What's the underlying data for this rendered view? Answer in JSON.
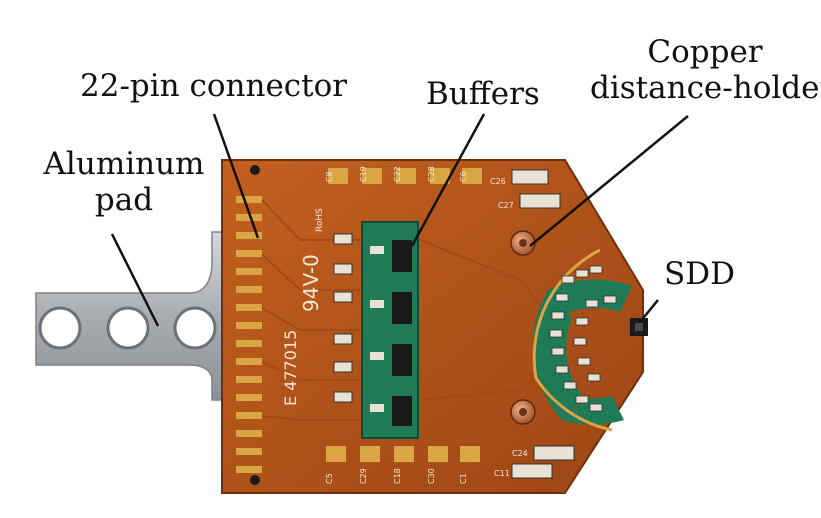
{
  "labels": {
    "connector": "22-pin connector",
    "aluminum_line1": "Aluminum",
    "aluminum_line2": "pad",
    "buffers": "Buffers",
    "copper_line1": "Copper",
    "copper_line2": "distance-holder",
    "sdd": "SDD"
  },
  "board_marks": {
    "board_code": "94V-0",
    "cert_code": "E 477015",
    "rohs": "RoHS",
    "components_top": [
      "C8",
      "C19",
      "C22",
      "C28",
      "C6",
      "C26",
      "C27"
    ],
    "components_bottom": [
      "C5",
      "C29",
      "C18",
      "C30",
      "C1",
      "C24",
      "C11"
    ]
  },
  "colors": {
    "pcb": "#b5541c",
    "pcb_dark": "#8e3c12",
    "solder_mask_green": "#1f7a58",
    "pad_gold": "#d9a545",
    "aluminum": "#b9bcc0",
    "label_text": "#111111"
  }
}
